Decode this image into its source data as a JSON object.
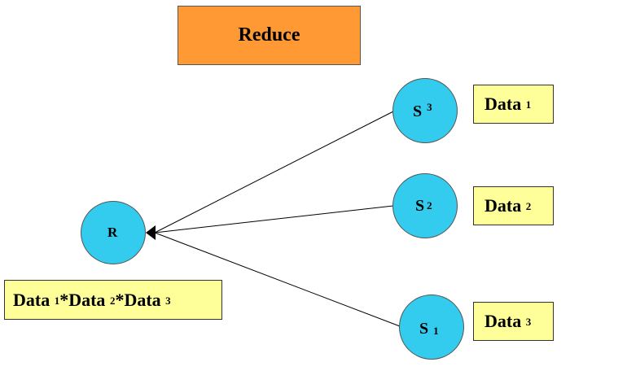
{
  "title": "Reduce",
  "root_node": {
    "label": "R"
  },
  "source_nodes": [
    {
      "label": "S",
      "index": "3"
    },
    {
      "label": "S",
      "index": "2"
    },
    {
      "label": "S",
      "index": "1"
    }
  ],
  "data_boxes": [
    {
      "label": "Data",
      "index": "1"
    },
    {
      "label": "Data",
      "index": "2"
    },
    {
      "label": "Data",
      "index": "3"
    }
  ],
  "result": {
    "parts": [
      {
        "label": "Data",
        "index": "1"
      },
      {
        "label": "*Data",
        "index": "2"
      },
      {
        "label": "*Data",
        "index": "3"
      }
    ]
  },
  "colors": {
    "title_fill": "#ff9933",
    "node_fill": "#33ccee",
    "box_fill": "#ffff99"
  }
}
